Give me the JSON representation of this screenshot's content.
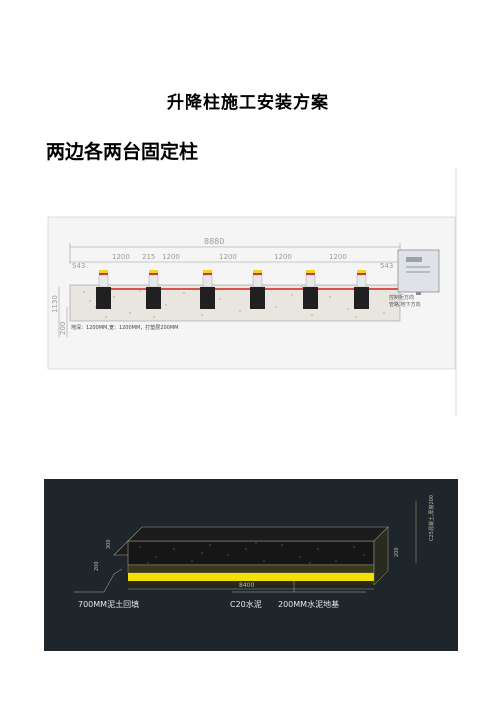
{
  "document": {
    "title": "升降柱施工安装方案",
    "section_heading": "两边各两台固定柱"
  },
  "figure1": {
    "total_length": "8880",
    "segment_labels": [
      "543",
      "1200",
      "215",
      "1200",
      "1200",
      "1200",
      "1200",
      "543"
    ],
    "height_labels": [
      "1130",
      "200"
    ],
    "note": "地深：1200MM,宽：1200MM，打垫层200MM",
    "controller_labels": [
      "控制柜方向",
      "管路,地下方向"
    ]
  },
  "figure2": {
    "length_label": "8400",
    "side_labels": [
      "300",
      "200",
      "200"
    ],
    "right_label": "C25混凝土,厚度200",
    "label_backfill": "700MM泥土回填",
    "label_concrete": "C20水泥",
    "label_base": "200MM水泥地基"
  },
  "colors": {
    "cad_background": "#1e252b",
    "cable": "#d42020",
    "bollard": "#202020",
    "bollard_top_yellow": "#f2d21a",
    "bollard_top_red": "#c83030",
    "yellow_layer": "#f3e000",
    "soil_layer": "#3a3a1a"
  }
}
